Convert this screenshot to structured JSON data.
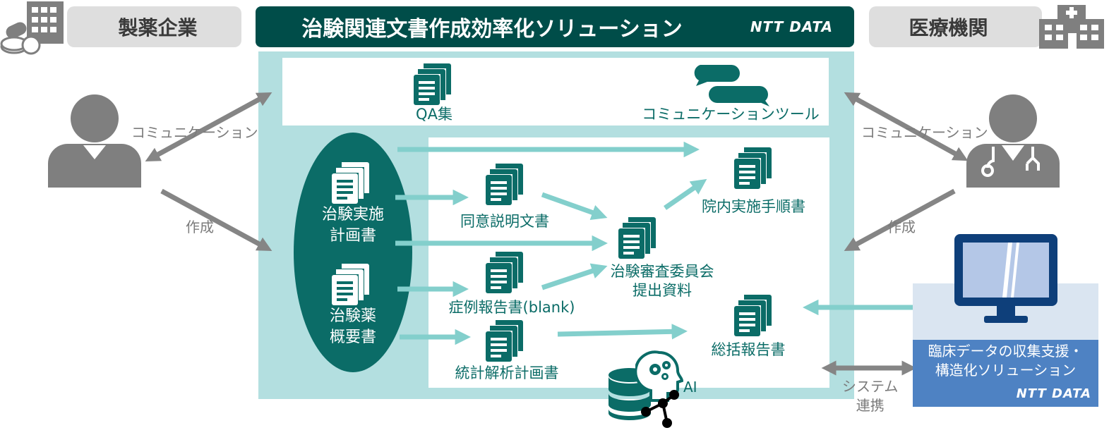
{
  "header": {
    "left_org": "製薬企業",
    "solution_title": "治験関連文書作成効率化ソリューション",
    "brand": "NTT DATA",
    "right_org": "医療機関"
  },
  "left_side": {
    "communication": "コミュニケーション",
    "create": "作成"
  },
  "right_side": {
    "communication": "コミュニケーション",
    "create": "作成",
    "system_link": [
      "システム",
      "連携"
    ],
    "clinical_solution": [
      "臨床データの収集支援・",
      "構造化ソリューション"
    ],
    "brand": "NTT DATA"
  },
  "top_panel": {
    "qa": "QA集",
    "tool": "コミュニケーションツール"
  },
  "sources": [
    [
      "治験実施",
      "計画書"
    ],
    [
      "治験薬",
      "概要書"
    ]
  ],
  "documents": {
    "consent": "同意説明文書",
    "crf": "症例報告書(blank)",
    "sap": "統計解析計画書",
    "irb": [
      "治験審査委員会",
      "提出資料"
    ],
    "procedure": "院内実施手順書",
    "summary": "総括報告書",
    "ai": "AI"
  },
  "colors": {
    "dark_teal": "#004d49",
    "teal": "#0b6c67",
    "light_teal": "#b3dfe0",
    "arrow_teal": "#83cfcc",
    "gray": "#858585",
    "blue": "#4e82c3",
    "navy": "#0e3f7a"
  },
  "icons": [
    "factory-icon",
    "pill-icon",
    "hospital-icon",
    "person-icon",
    "doctor-icon",
    "document-icon",
    "chat-icon",
    "monitor-icon",
    "database-icon",
    "ai-brain-icon"
  ]
}
